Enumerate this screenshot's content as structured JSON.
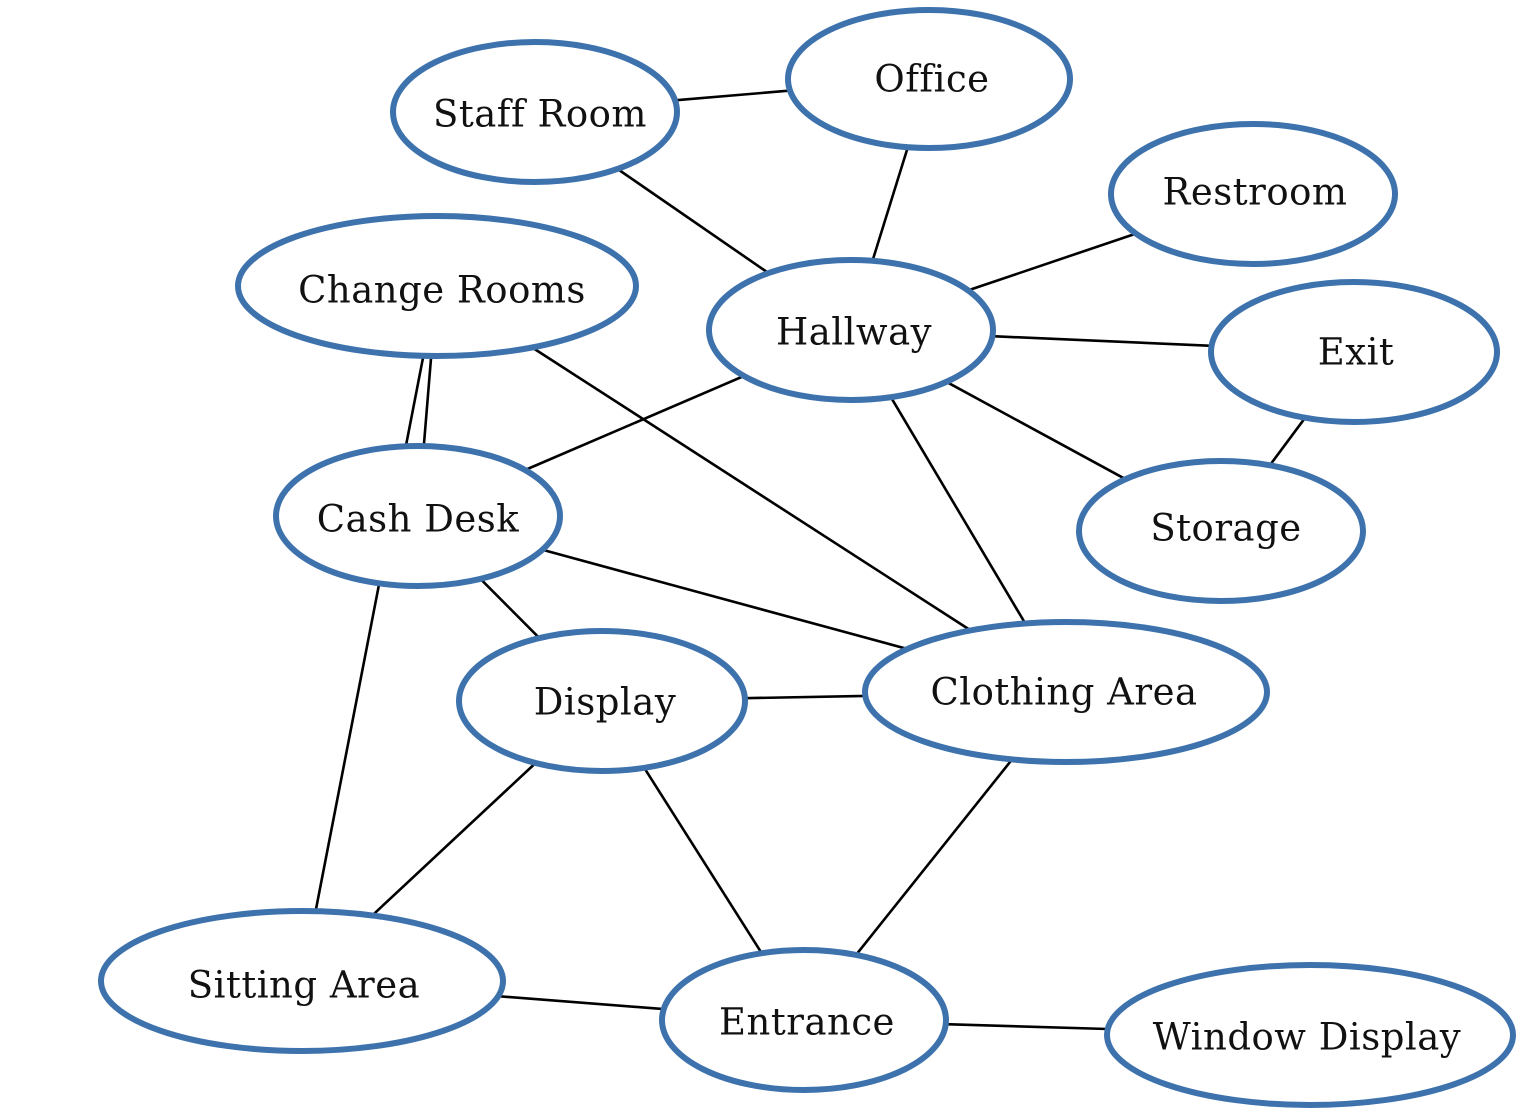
{
  "diagram": {
    "node_border_color": "#3d72ad",
    "edge_color": "#000000",
    "nodes": {
      "staff_room": "Staff Room",
      "office": "Office",
      "restroom": "Restroom",
      "change_rooms": "Change Rooms",
      "hallway": "Hallway",
      "exit": "Exit",
      "cash_desk": "Cash Desk",
      "storage": "Storage",
      "display": "Display",
      "clothing_area": "Clothing Area",
      "sitting_area": "Sitting Area",
      "entrance": "Entrance",
      "window_display": "Window Display"
    },
    "edges": [
      [
        "staff_room",
        "office"
      ],
      [
        "staff_room",
        "hallway"
      ],
      [
        "office",
        "hallway"
      ],
      [
        "hallway",
        "restroom"
      ],
      [
        "hallway",
        "exit"
      ],
      [
        "hallway",
        "storage"
      ],
      [
        "exit",
        "storage"
      ],
      [
        "hallway",
        "cash_desk"
      ],
      [
        "hallway",
        "clothing_area"
      ],
      [
        "change_rooms",
        "cash_desk"
      ],
      [
        "change_rooms",
        "clothing_area"
      ],
      [
        "change_rooms",
        "sitting_area"
      ],
      [
        "cash_desk",
        "clothing_area"
      ],
      [
        "cash_desk",
        "display"
      ],
      [
        "display",
        "clothing_area"
      ],
      [
        "display",
        "sitting_area"
      ],
      [
        "display",
        "entrance"
      ],
      [
        "clothing_area",
        "entrance"
      ],
      [
        "sitting_area",
        "entrance"
      ],
      [
        "entrance",
        "window_display"
      ]
    ]
  }
}
